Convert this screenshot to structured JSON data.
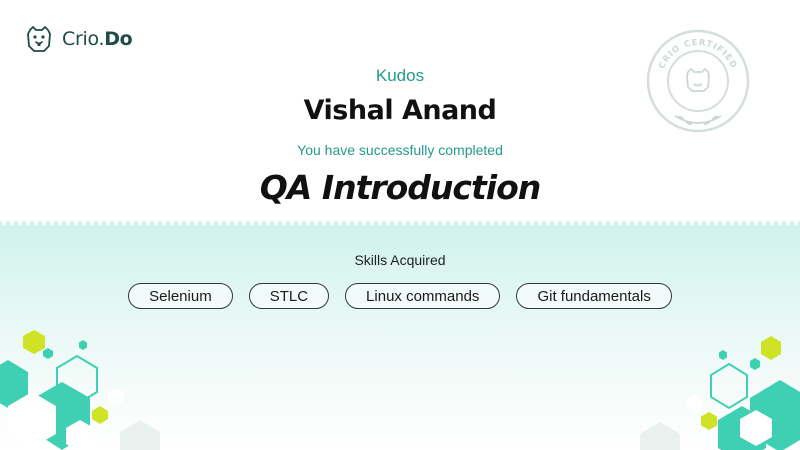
{
  "brand": {
    "name_regular": "Crio.",
    "name_bold": "Do"
  },
  "certificate": {
    "kudos": "Kudos",
    "recipient": "Vishal Anand",
    "completed_text": "You have successfully completed",
    "course": "QA Introduction"
  },
  "seal": {
    "text": "CRIO CERTIFIED"
  },
  "skills": {
    "heading": "Skills Acquired",
    "items": [
      "Selenium",
      "STLC",
      "Linux commands",
      "Git fundamentals"
    ]
  },
  "colors": {
    "accent": "#239a8a",
    "hex_teal": "#3fd0b3",
    "hex_lime": "#cfe326",
    "band": "#cdf1ec"
  }
}
